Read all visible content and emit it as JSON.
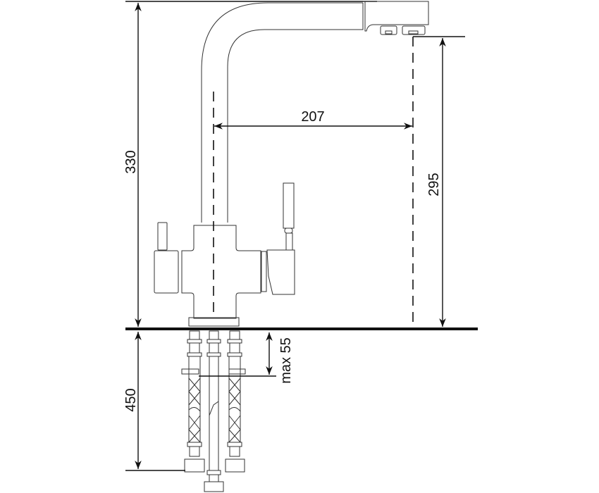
{
  "drawing": {
    "dimensions": {
      "total_height": "330",
      "spout_reach": "207",
      "spout_clearance": "295",
      "hose_length": "450",
      "max_counter_thickness": "max 55"
    },
    "colors": {
      "line": "#111111",
      "background": "#ffffff"
    }
  }
}
